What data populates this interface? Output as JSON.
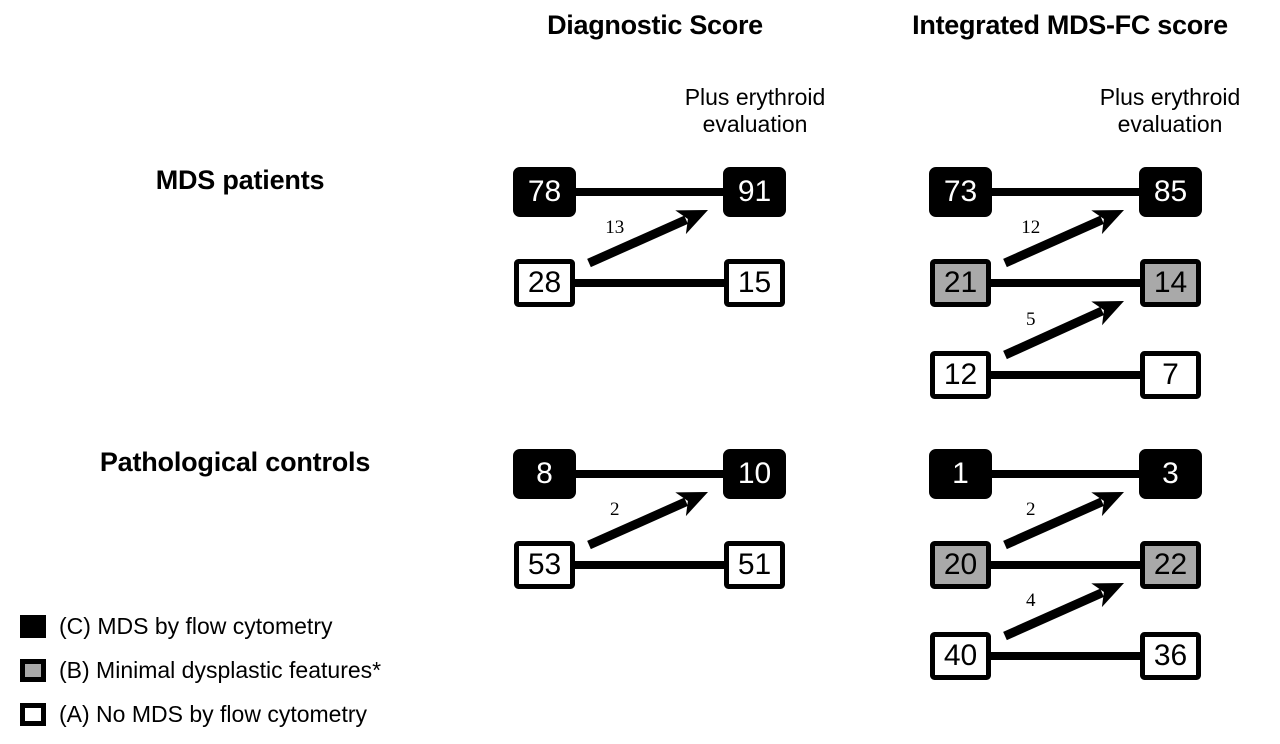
{
  "figure": {
    "type": "flow-diagram",
    "columns": [
      {
        "title": "Diagnostic Score",
        "subtitle": "Plus erythroid\nevaluation"
      },
      {
        "title": "Integrated MDS-FC score",
        "subtitle": "Plus erythroid\nevaluation"
      }
    ],
    "rows": [
      {
        "label": "MDS patients"
      },
      {
        "label": "Pathological controls"
      }
    ]
  },
  "groups": [
    {
      "row": "MDS patients",
      "column": "Diagnostic Score",
      "boxes": [
        {
          "category": "C",
          "fill": "black",
          "before": "78",
          "after": "91"
        },
        {
          "category": "A",
          "fill": "white",
          "before": "28",
          "after": "15"
        }
      ],
      "arrows": [
        {
          "label": "13",
          "from": "A",
          "to": "C"
        }
      ]
    },
    {
      "row": "MDS patients",
      "column": "Integrated MDS-FC score",
      "boxes": [
        {
          "category": "C",
          "fill": "black",
          "before": "73",
          "after": "85"
        },
        {
          "category": "B",
          "fill": "gray",
          "before": "21",
          "after": "14"
        },
        {
          "category": "A",
          "fill": "white",
          "before": "12",
          "after": "7"
        }
      ],
      "arrows": [
        {
          "label": "12",
          "from": "B",
          "to": "C"
        },
        {
          "label": "5",
          "from": "A",
          "to": "B"
        }
      ]
    },
    {
      "row": "Pathological controls",
      "column": "Diagnostic Score",
      "boxes": [
        {
          "category": "C",
          "fill": "black",
          "before": "8",
          "after": "10"
        },
        {
          "category": "A",
          "fill": "white",
          "before": "53",
          "after": "51"
        }
      ],
      "arrows": [
        {
          "label": "2",
          "from": "A",
          "to": "C"
        }
      ]
    },
    {
      "row": "Pathological controls",
      "column": "Integrated MDS-FC score",
      "boxes": [
        {
          "category": "C",
          "fill": "black",
          "before": "1",
          "after": "3"
        },
        {
          "category": "B",
          "fill": "gray",
          "before": "20",
          "after": "22"
        },
        {
          "category": "A",
          "fill": "white",
          "before": "40",
          "after": "36"
        }
      ],
      "arrows": [
        {
          "label": "2",
          "from": "B",
          "to": "C"
        },
        {
          "label": "4",
          "from": "A",
          "to": "B"
        }
      ]
    }
  ],
  "legend": {
    "items": [
      {
        "swatch": "black",
        "label": "(C) MDS by flow cytometry"
      },
      {
        "swatch": "gray",
        "label": "(B) Minimal dysplastic features*"
      },
      {
        "swatch": "white",
        "label": "(A) No MDS by flow cytometry"
      }
    ]
  },
  "colors": {
    "black": "#000000",
    "gray": "#a9a9a9",
    "white": "#ffffff",
    "background": "#ffffff"
  }
}
